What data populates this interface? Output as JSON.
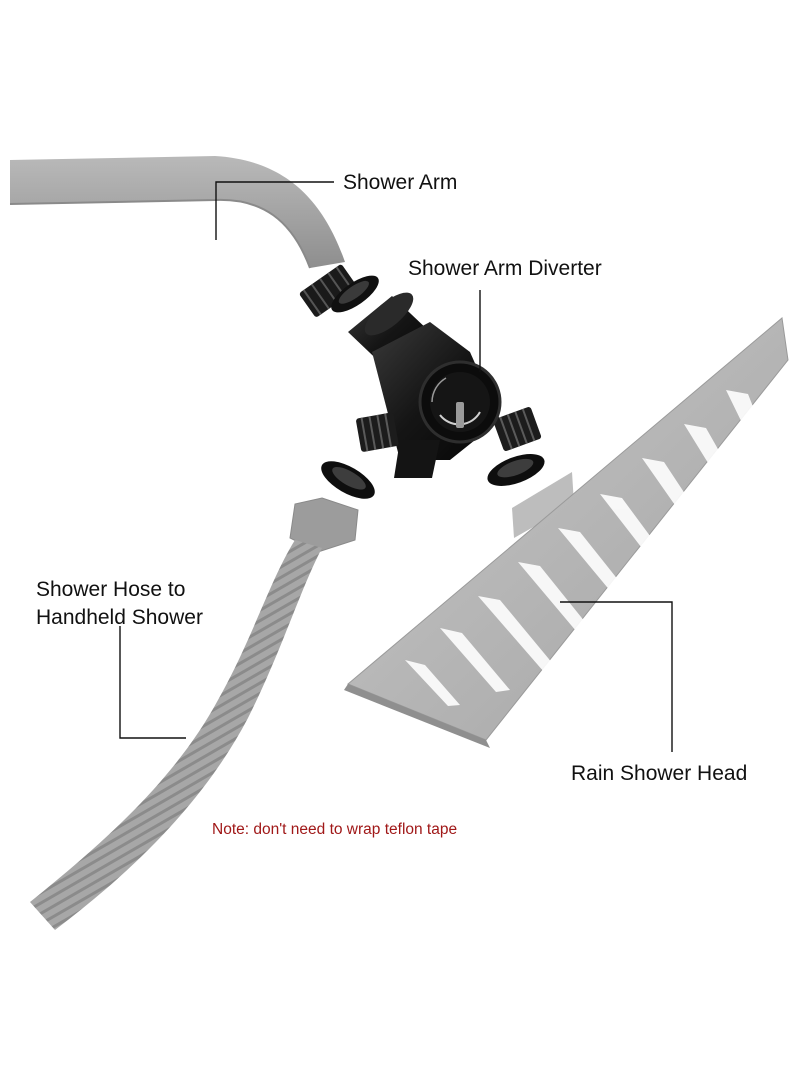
{
  "labels": {
    "shower_arm": "Shower Arm",
    "diverter": "Shower Arm Diverter",
    "hose_line1": "Shower Hose to",
    "hose_line2": "Handheld Shower",
    "rain_head": "Rain Shower Head"
  },
  "note": "Note: don't need to wrap teflon tape",
  "colors": {
    "pipe_gray": "#a4a4a4",
    "metal_black": "#141414",
    "note_red": "#a01818",
    "head_gray": "#b0b0b0"
  }
}
